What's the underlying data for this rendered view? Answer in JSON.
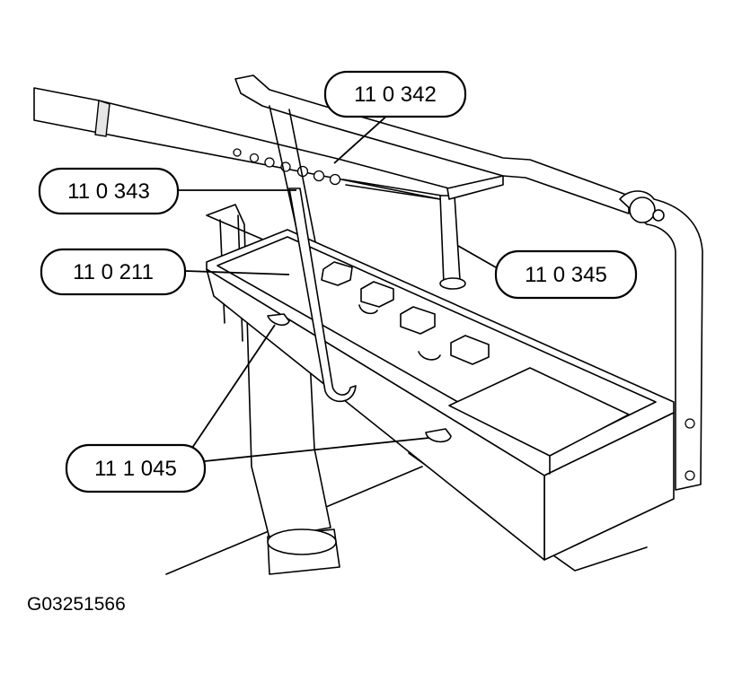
{
  "callouts": {
    "c1": "11 0 342",
    "c2": "11 0 343",
    "c3": "11 0 211",
    "c4": "11 0 345",
    "c5": "11 1 045"
  },
  "figure_id": "G03251566"
}
